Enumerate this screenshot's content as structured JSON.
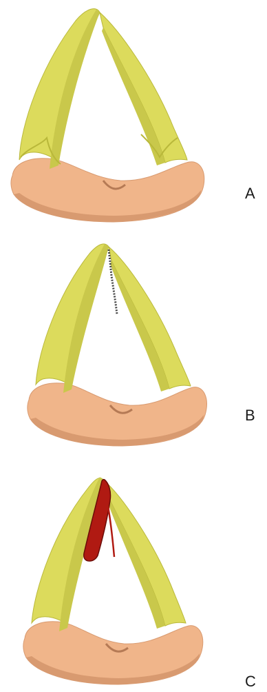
{
  "colors": {
    "leaflet": "#dcdb5c",
    "leaflet_edge": "#b9b83a",
    "leaflet_highlight": "#efee8a",
    "leaflet_inner": "#c9c84b",
    "annulus": "#f0b58a",
    "annulus_shadow": "#d89a70",
    "annulus_dark": "#b57a55",
    "suture": "#444444",
    "lesion": "#b01a12",
    "lesion_edge": "#6a0c08"
  },
  "panels": [
    {
      "label": "A",
      "variant": "intact"
    },
    {
      "label": "B",
      "variant": "sutured"
    },
    {
      "label": "C",
      "variant": "lesion"
    }
  ]
}
